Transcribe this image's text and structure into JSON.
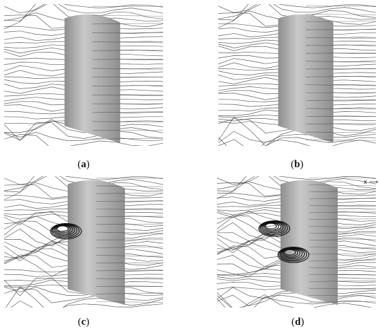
{
  "panels": [
    {
      "id": "a",
      "caption": "a",
      "lines": 32,
      "vortex": 0
    },
    {
      "id": "b",
      "caption": "b",
      "lines": 36,
      "vortex": 0
    },
    {
      "id": "c",
      "caption": "c",
      "lines": 34,
      "vortex": 1
    },
    {
      "id": "d",
      "caption": "d",
      "lines": 38,
      "vortex": 2
    }
  ],
  "axis_marker": "x",
  "colors": {
    "streamline": "#2a2a2a",
    "cylinder_light": "#c9c9c9",
    "cylinder_dark": "#8e8e8e",
    "vortex": "#111111"
  }
}
